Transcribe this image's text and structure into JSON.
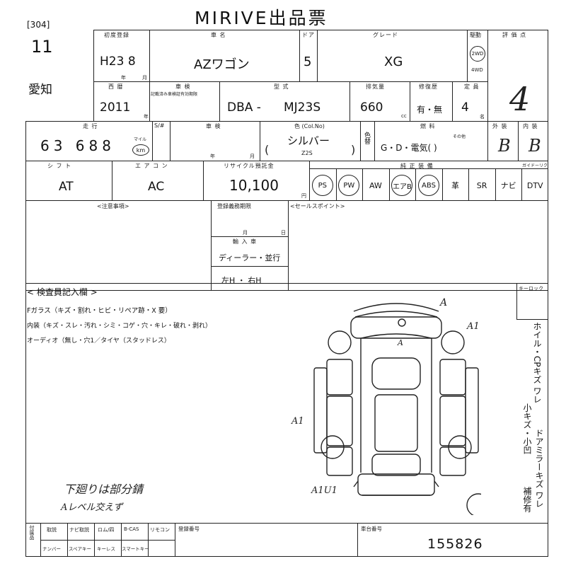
{
  "header": {
    "title": "MIRIVE出品票",
    "lot_label": "[304]",
    "lot_no": "11",
    "region": "愛知"
  },
  "row1": {
    "first_reg_label": "初度登録",
    "first_reg_value": "H23 8",
    "year_unit": "年",
    "month_unit": "月",
    "car_name_label": "車 名",
    "car_name_value": "AZワゴン",
    "doors_label": "ドア",
    "doors_value": "5",
    "grade_label": "グレード",
    "grade_value": "XG",
    "drive_label": "駆動",
    "drive_2wd": "2WD",
    "drive_4wd": "4WD",
    "score_label": "評 価 点",
    "score_value": "4"
  },
  "row2": {
    "year_label": "西 暦",
    "year_value": "2011",
    "year_suffix": "年",
    "inspection_label": "車 検",
    "inspection_sub": "記載済み車検証有効期限",
    "model_label": "型 式",
    "model_value_a": "DBA -",
    "model_value_b": "MJ23S",
    "displacement_label": "排気量",
    "displacement_value": "660",
    "displacement_unit": "cc",
    "repair_label": "修復歴",
    "repair_value": "有・無",
    "capacity_label": "定 員",
    "capacity_value": "4",
    "capacity_unit": "名"
  },
  "row3": {
    "mileage_label": "走 行",
    "mileage_value": "63 688",
    "mileage_mile": "マイル",
    "mileage_km": "km",
    "s_label": "S/#",
    "inspect2_label": "車 検",
    "inspect2_year": "年",
    "inspect2_month": "月",
    "color_label": "色 (Col.No)",
    "color_value": "シルバー",
    "color_code": "Z2S",
    "color_change_label": "色替",
    "fuel_label": "燃 料",
    "fuel_value": "G・D・電気( )",
    "exterior_label": "外 装",
    "exterior_value": "B",
    "interior_label": "内 装",
    "interior_value": "B"
  },
  "row4": {
    "shift_label": "シ フ ト",
    "shift_value": "AT",
    "ac_label": "エ ア コ ン",
    "ac_value": "AC",
    "recycle_label": "リサイクル預託金",
    "recycle_value": "10,100",
    "recycle_unit": "円",
    "equipment_label": "純 正 装 備",
    "note_label": "ガイドーリク",
    "equipment": [
      "PS",
      "PW",
      "AW",
      "エアB",
      "ABS",
      "革",
      "SR",
      "ナビ",
      "DTV"
    ],
    "circled": [
      "PS",
      "PW",
      "エアB",
      "ABS"
    ]
  },
  "notes": {
    "caution_label": "<注意事項>",
    "registration_label": "登録義務期限",
    "registration_month": "月",
    "registration_day": "日",
    "import_label": "輸 入 車",
    "import_value": "ディーラー・並行",
    "handle_value": "左H ・ 右H",
    "sales_label": "<セールスポイント>"
  },
  "inspector": {
    "title": "< 検査員記入欄 >",
    "line1": "Fガラス（キズ・割れ・ヒビ・リペア跡・X 要）",
    "line2": "内装（キズ・スレ・汚れ・シミ・コゲ・穴・キレ・破れ・剥れ）",
    "line3": "オーディオ（無し・穴1／タイヤ（スタッドレス）",
    "keylock": "キーロック",
    "side_note_a": "ホイル・CPキズ ワレ",
    "side_note_b": "小キズ・小凹",
    "side_note_c": "ドアミラーキズ ワレ",
    "side_note_d": "補修有"
  },
  "diagram_marks": {
    "m1": "A",
    "m2": "A1",
    "m3": "A1",
    "m4": "A1U1",
    "m5": "A"
  },
  "handwriting": {
    "line1": "下廻りは部分錆",
    "line2": "Aレベル交えず"
  },
  "footer": {
    "col1": "付属品",
    "col2": "取説",
    "col3": "ナビ取説",
    "col4": "ロム/四",
    "col5": "B-CAS",
    "col6": "リモコン",
    "row2_a": "ナンバー",
    "row2_b": "スペアキー",
    "row2_c": "キーレス",
    "row2_d": "スマートキー",
    "vin_label": "車台番号",
    "vin_head": "登録番号",
    "vin_value": "155826"
  },
  "colors": {
    "ink": "#111111",
    "line": "#222222",
    "paper": "#ffffff"
  }
}
